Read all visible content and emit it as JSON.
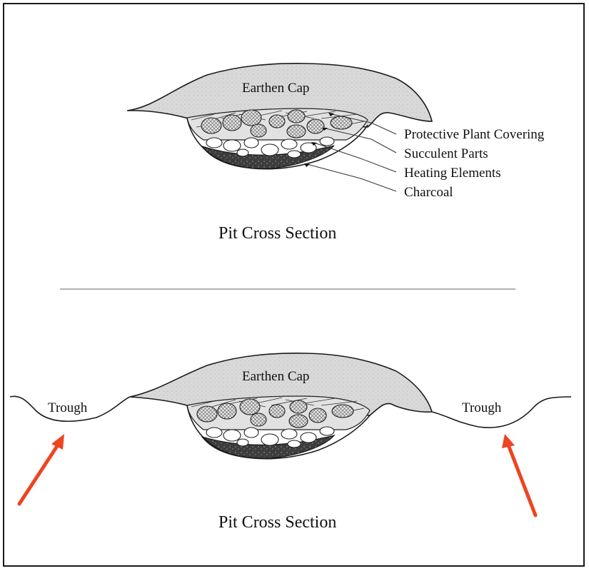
{
  "top_panel": {
    "cap_label": "Earthen Cap",
    "layers": [
      {
        "label": "Protective Plant Covering"
      },
      {
        "label": "Succulent Parts"
      },
      {
        "label": "Heating Elements"
      },
      {
        "label": "Charcoal"
      }
    ],
    "caption": "Pit Cross Section"
  },
  "bottom_panel": {
    "cap_label": "Earthen Cap",
    "trough_left": "Trough",
    "trough_right": "Trough",
    "caption": "Pit Cross Section"
  },
  "colors": {
    "cap_fill": "#d9d9d9",
    "arrow": "#ee4422",
    "line": "#1a1a1a",
    "charcoal": "#4a4a4a"
  }
}
